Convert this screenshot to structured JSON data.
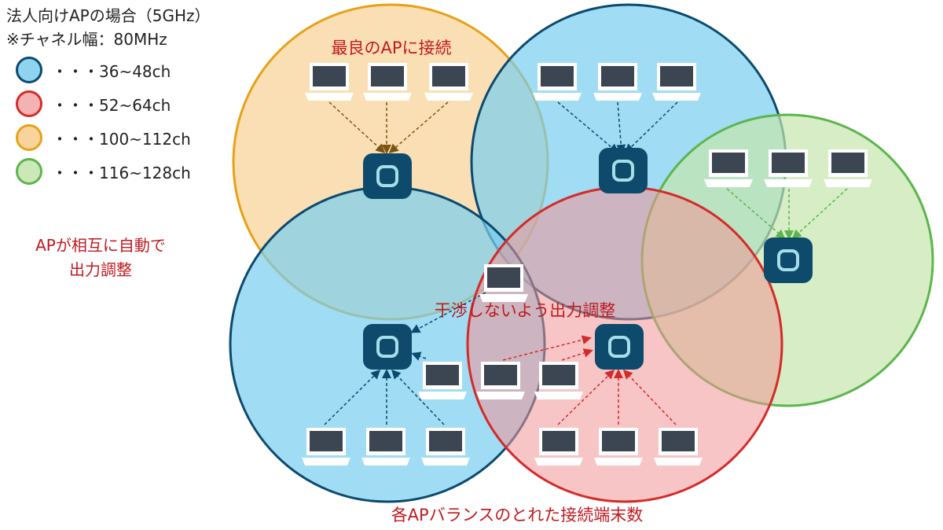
{
  "title_line1": "法人向けAPの場合（5GHz）",
  "title_line2": "※チャネル幅：80MHz",
  "legend": [
    {
      "label": "・・・36~48ch",
      "fill": "#8fd3ef",
      "stroke": "#0b4a6f"
    },
    {
      "label": "・・・52~64ch",
      "fill": "#f4b3b3",
      "stroke": "#d52a2a"
    },
    {
      "label": "・・・100~112ch",
      "fill": "#f8d49c",
      "stroke": "#e8a117"
    },
    {
      "label": "・・・116~128ch",
      "fill": "#cde8b8",
      "stroke": "#5cb54c"
    }
  ],
  "side_note_line1": "APが相互に自動で",
  "side_note_line2": "出力調整",
  "label_best_ap": "最良のAPに接続",
  "label_no_interference": "干渉しないよう出力調整",
  "label_balanced": "各APバランスのとれた接続端末数",
  "colors": {
    "ap_fill": "#0d4a6b",
    "ap_ring": "#a5dde8",
    "laptop_screen": "#3b4652",
    "arrow_blue": "#0b4a6f",
    "arrow_orange": "#7a5410",
    "arrow_green": "#5cb54c",
    "arrow_red": "#d52a2a",
    "accent_red": "#c0191f"
  }
}
